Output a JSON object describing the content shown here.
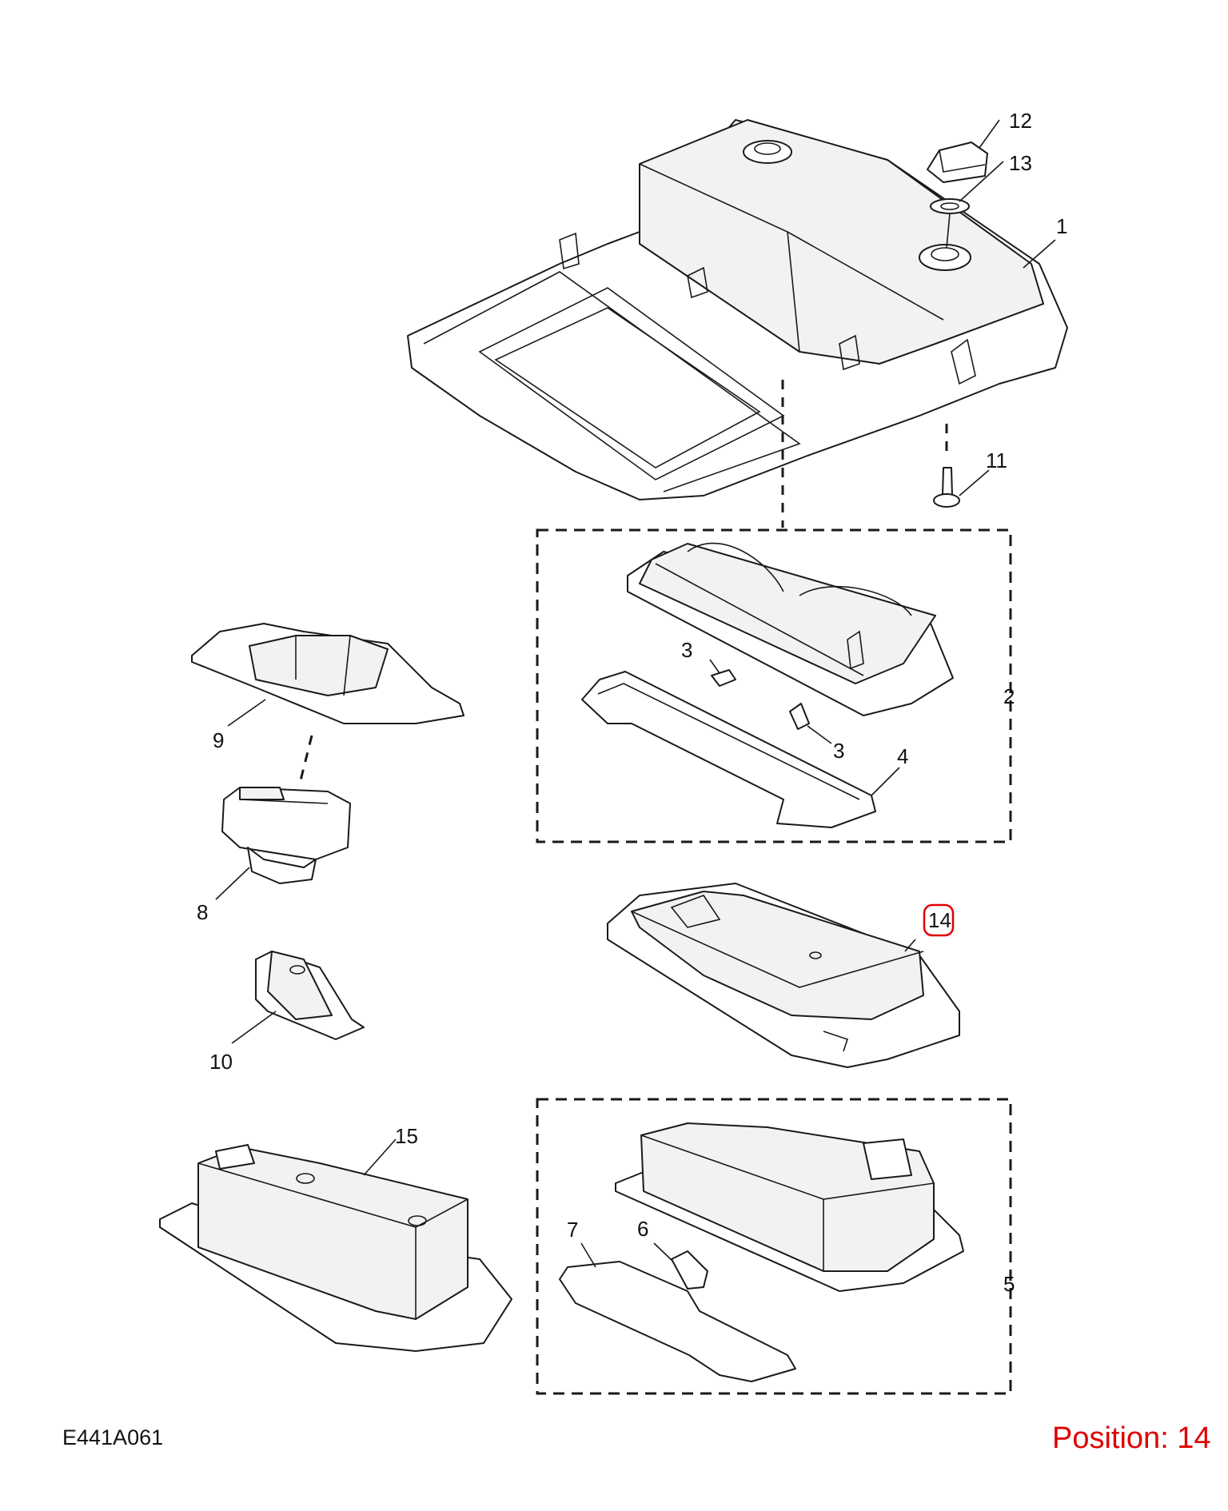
{
  "diagram_code": "E441A061",
  "position_label": "Position: 14",
  "colors": {
    "highlight": "#e00000",
    "line": "#1a1a1a",
    "background": "#ffffff"
  },
  "callouts": {
    "c1": "1",
    "c2": "2",
    "c3a": "3",
    "c3b": "3",
    "c4": "4",
    "c5": "5",
    "c6": "6",
    "c7": "7",
    "c8": "8",
    "c9": "9",
    "c10": "10",
    "c11": "11",
    "c12": "12",
    "c13": "13",
    "c14": "14",
    "c15": "15"
  }
}
